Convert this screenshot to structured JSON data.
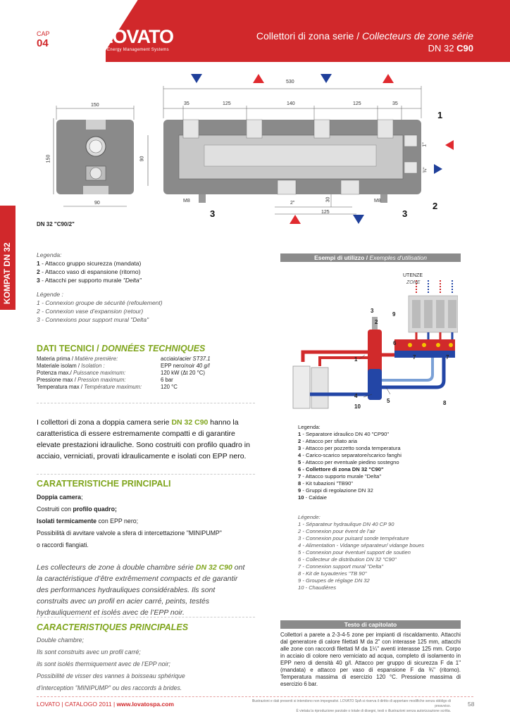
{
  "header": {
    "cap_label": "CAP",
    "cap_number": "04",
    "logo": "LOVATO",
    "logo_tagline": "Energy Management Systems",
    "title_it": "Collettori di zona serie / ",
    "title_fr": "Collecteurs de zone série",
    "subtitle_model": "DN 32 ",
    "subtitle_code": "C90"
  },
  "side_tab": "KOMPAT DN 32",
  "drawing": {
    "dims": {
      "total": "530",
      "side_width": "150",
      "side_height": "150",
      "side_inner": "90",
      "side_bottom": "90",
      "seg1": "35",
      "seg2": "125",
      "seg3": "140",
      "seg4": "125",
      "seg5": "35",
      "thread_1": "1\"",
      "thread_34": "¾\"",
      "m8_left": "M8",
      "m8_right": "M8",
      "inch2": "2\"",
      "h30": "30",
      "bottom125": "125"
    },
    "callouts": [
      "1",
      "2",
      "3",
      "3"
    ],
    "model_label": "DN 32 \"C90/2\""
  },
  "legend_it": {
    "title": "Legenda:",
    "items": [
      {
        "n": "1",
        "t": " -  Attacco gruppo sicurezza (mandata)"
      },
      {
        "n": "2",
        "t": " -  Attacco vaso di espansione (ritorno)"
      },
      {
        "n": "3",
        "t": " -  Attacchi per supporto murale ",
        "q": "\"Delta\""
      }
    ]
  },
  "legend_fr": {
    "title": "Légende :",
    "items": [
      "1 -  Connexion groupe de sécurité (refoulement)",
      "2 -  Connexion vase d’expansion (retour)",
      "3 -  Connexions pour support mural \"Delta\""
    ]
  },
  "tech": {
    "title_it": "DATI TECNICI / ",
    "title_fr": "DONNÉES TECHNIQUES",
    "rows": [
      {
        "it": "Materia prima / ",
        "fr": "Matière première:",
        "v1": "acciaio/",
        "v2": "acier ST37.1"
      },
      {
        "it": "Materiale isolam / ",
        "fr": "Isolation :",
        "v1": "EPP nero/",
        "v2": "noir 40 g/l"
      },
      {
        "it": "Potenza max./ ",
        "fr": "Puissance maximum:",
        "v1": "120 kW (Δt 20 °C)",
        "v2": ""
      },
      {
        "it": "Pressione max / ",
        "fr": "Pression maximum:",
        "v1": "6 bar",
        "v2": ""
      },
      {
        "it": "Temperatura max / ",
        "fr": "Température maximum:",
        "v1": "120 °C",
        "v2": ""
      }
    ]
  },
  "intro_it": {
    "p1": "I collettori di zona a doppia camera serie ",
    "model": "DN 32 C90",
    "p2": " hanno la caratteristica di essere estremamente compatti e di garantire elevate prestazioni idrauliche. Sono costruiti con profilo quadro in acciaio, verniciati, provati idraulicamente e isolati con EPP nero."
  },
  "features_it": {
    "title": "CARATTERISTICHE PRINCIPALI",
    "l1": "Doppia camera",
    "l1b": ";",
    "l2a": "Costruiti con ",
    "l2b": "profilo quadro;",
    "l3a": "Isolati termicamente",
    "l3b": " con EPP nero;",
    "l4": "Possibilità di avvitare valvole a sfera di intercettazione \"MINIPUMP\"",
    "l5": "o raccordi flangiati."
  },
  "intro_fr": {
    "p1": "Les collecteurs de zone à double chambre série ",
    "model": "DN 32 C90",
    "p2": " ont la caractéristique d’être extrêmement compacts et de garantir des performances hydrauliques considérables. Ils sont construits avec un profil en acier carré, peints, testés hydrauliquement et isolés avec de l’EPP noir."
  },
  "features_fr": {
    "title": "CARACTERISTIQUES PRINCIPALES",
    "lines": [
      "Double chambre;",
      "Ils sont construits avec un profil carré;",
      "ils sont isolés thermiquement avec de l’EPP noir;",
      "Possibilité de visser des vannes à boisseau sphérique",
      "d’interception \"MINIPUMP\" ou des raccords à brides."
    ]
  },
  "examples": {
    "title_it": "Esempi di utilizzo / ",
    "title_fr": "Exemples d'utilisation",
    "utenze": "UTENZE",
    "zone": "ZONE",
    "labels": [
      "3",
      "9",
      "2",
      "6",
      "1",
      "7",
      "7",
      "4",
      "5",
      "10",
      "8"
    ]
  },
  "legend2_it": {
    "title": "Legenda:",
    "items": [
      {
        "n": "1",
        "t": " - Separatore idraulico DN 40 \"CP90\"",
        "bold": false
      },
      {
        "n": "2",
        "t": " - Attacco per sfiato aria",
        "bold": false
      },
      {
        "n": "3",
        "t": " - Attacco per pozzetto sonda temperatura",
        "bold": false
      },
      {
        "n": "4",
        "t": " - Carico-scarico separatore/scarico fanghi",
        "bold": false
      },
      {
        "n": "5",
        "t": " - Attacco per eventuale piedino sostegno",
        "bold": false
      },
      {
        "n": "6",
        "t": " - Collettore di zona DN 32 \"C90\"",
        "bold": true
      },
      {
        "n": "7",
        "t": " - Attacco supporto murale \"Delta\"",
        "bold": false
      },
      {
        "n": "8",
        "t": " - Kit tubazioni \"TB90\"",
        "bold": false
      },
      {
        "n": "9",
        "t": " - Gruppi di regolazione DN 32",
        "bold": false
      },
      {
        "n": "10",
        "t": " - Caldaie",
        "bold": false
      }
    ]
  },
  "legend2_fr": {
    "title": "Légende:",
    "items": [
      "1 - Séparateur hydraulique DN 40  CP 90",
      "2 - Connexion pour évent de l’air",
      "3 - Connexion pour puisard sonde température",
      "4 - Alimentation - Vidange séparateur/ vidange boues",
      "5 - Connexion pour éventuel support de soutien",
      "6 - Collecteur de distribution DN 32 \"C90\"",
      "7 - Connexion support mural  \"Delta\"",
      "8 - Kit de tuyauteries \"TB 90\"",
      "9 - Groupes de réglage DN 32",
      "10 - Chaudières"
    ]
  },
  "spec": {
    "title": "Testo di capitolato",
    "text": "Collettori a parete a 2-3-4-5 zone per impianti di riscaldamento. Attacchi dal generatore di calore filettati M da 2\" con interasse 125 mm, attacchi alle zone con raccordi filettati M da 1¼\" aventi interasse 125 mm. Corpo in acciaio di colore nero verniciato ad acqua, completo di isolamento in EPP nero di densità 40 g/l. Attacco per gruppo di sicurezza F da 1\" (mandata) e attacco per vaso di espansione F da ¾\" (ritorno). Temperatura massima di esercizio 120 °C. Pressione massima di esercizio 6 bar."
  },
  "footer": {
    "left_a": "LOVATO",
    "left_b": " | CATALOGO 2011 | ",
    "left_c": "www.lovatospa.com",
    "disclaimer1": "Illustrazioni e dati presenti si intendono non impegnativi. LOVATO SpA si riserva il diritto di apportare modifiche senza obbligo di preavviso.",
    "disclaimer2": "È vietata la riproduzione parziale o totale di disegni, testi o illustrazioni senza autorizzazione scritta.",
    "page": "58"
  },
  "colors": {
    "brand_red": "#d1282b",
    "accent_green": "#7fa51c",
    "arrow_blue": "#1f3f9a",
    "arrow_red": "#e02a2f",
    "manifold_gray": "#8a8a8a"
  }
}
